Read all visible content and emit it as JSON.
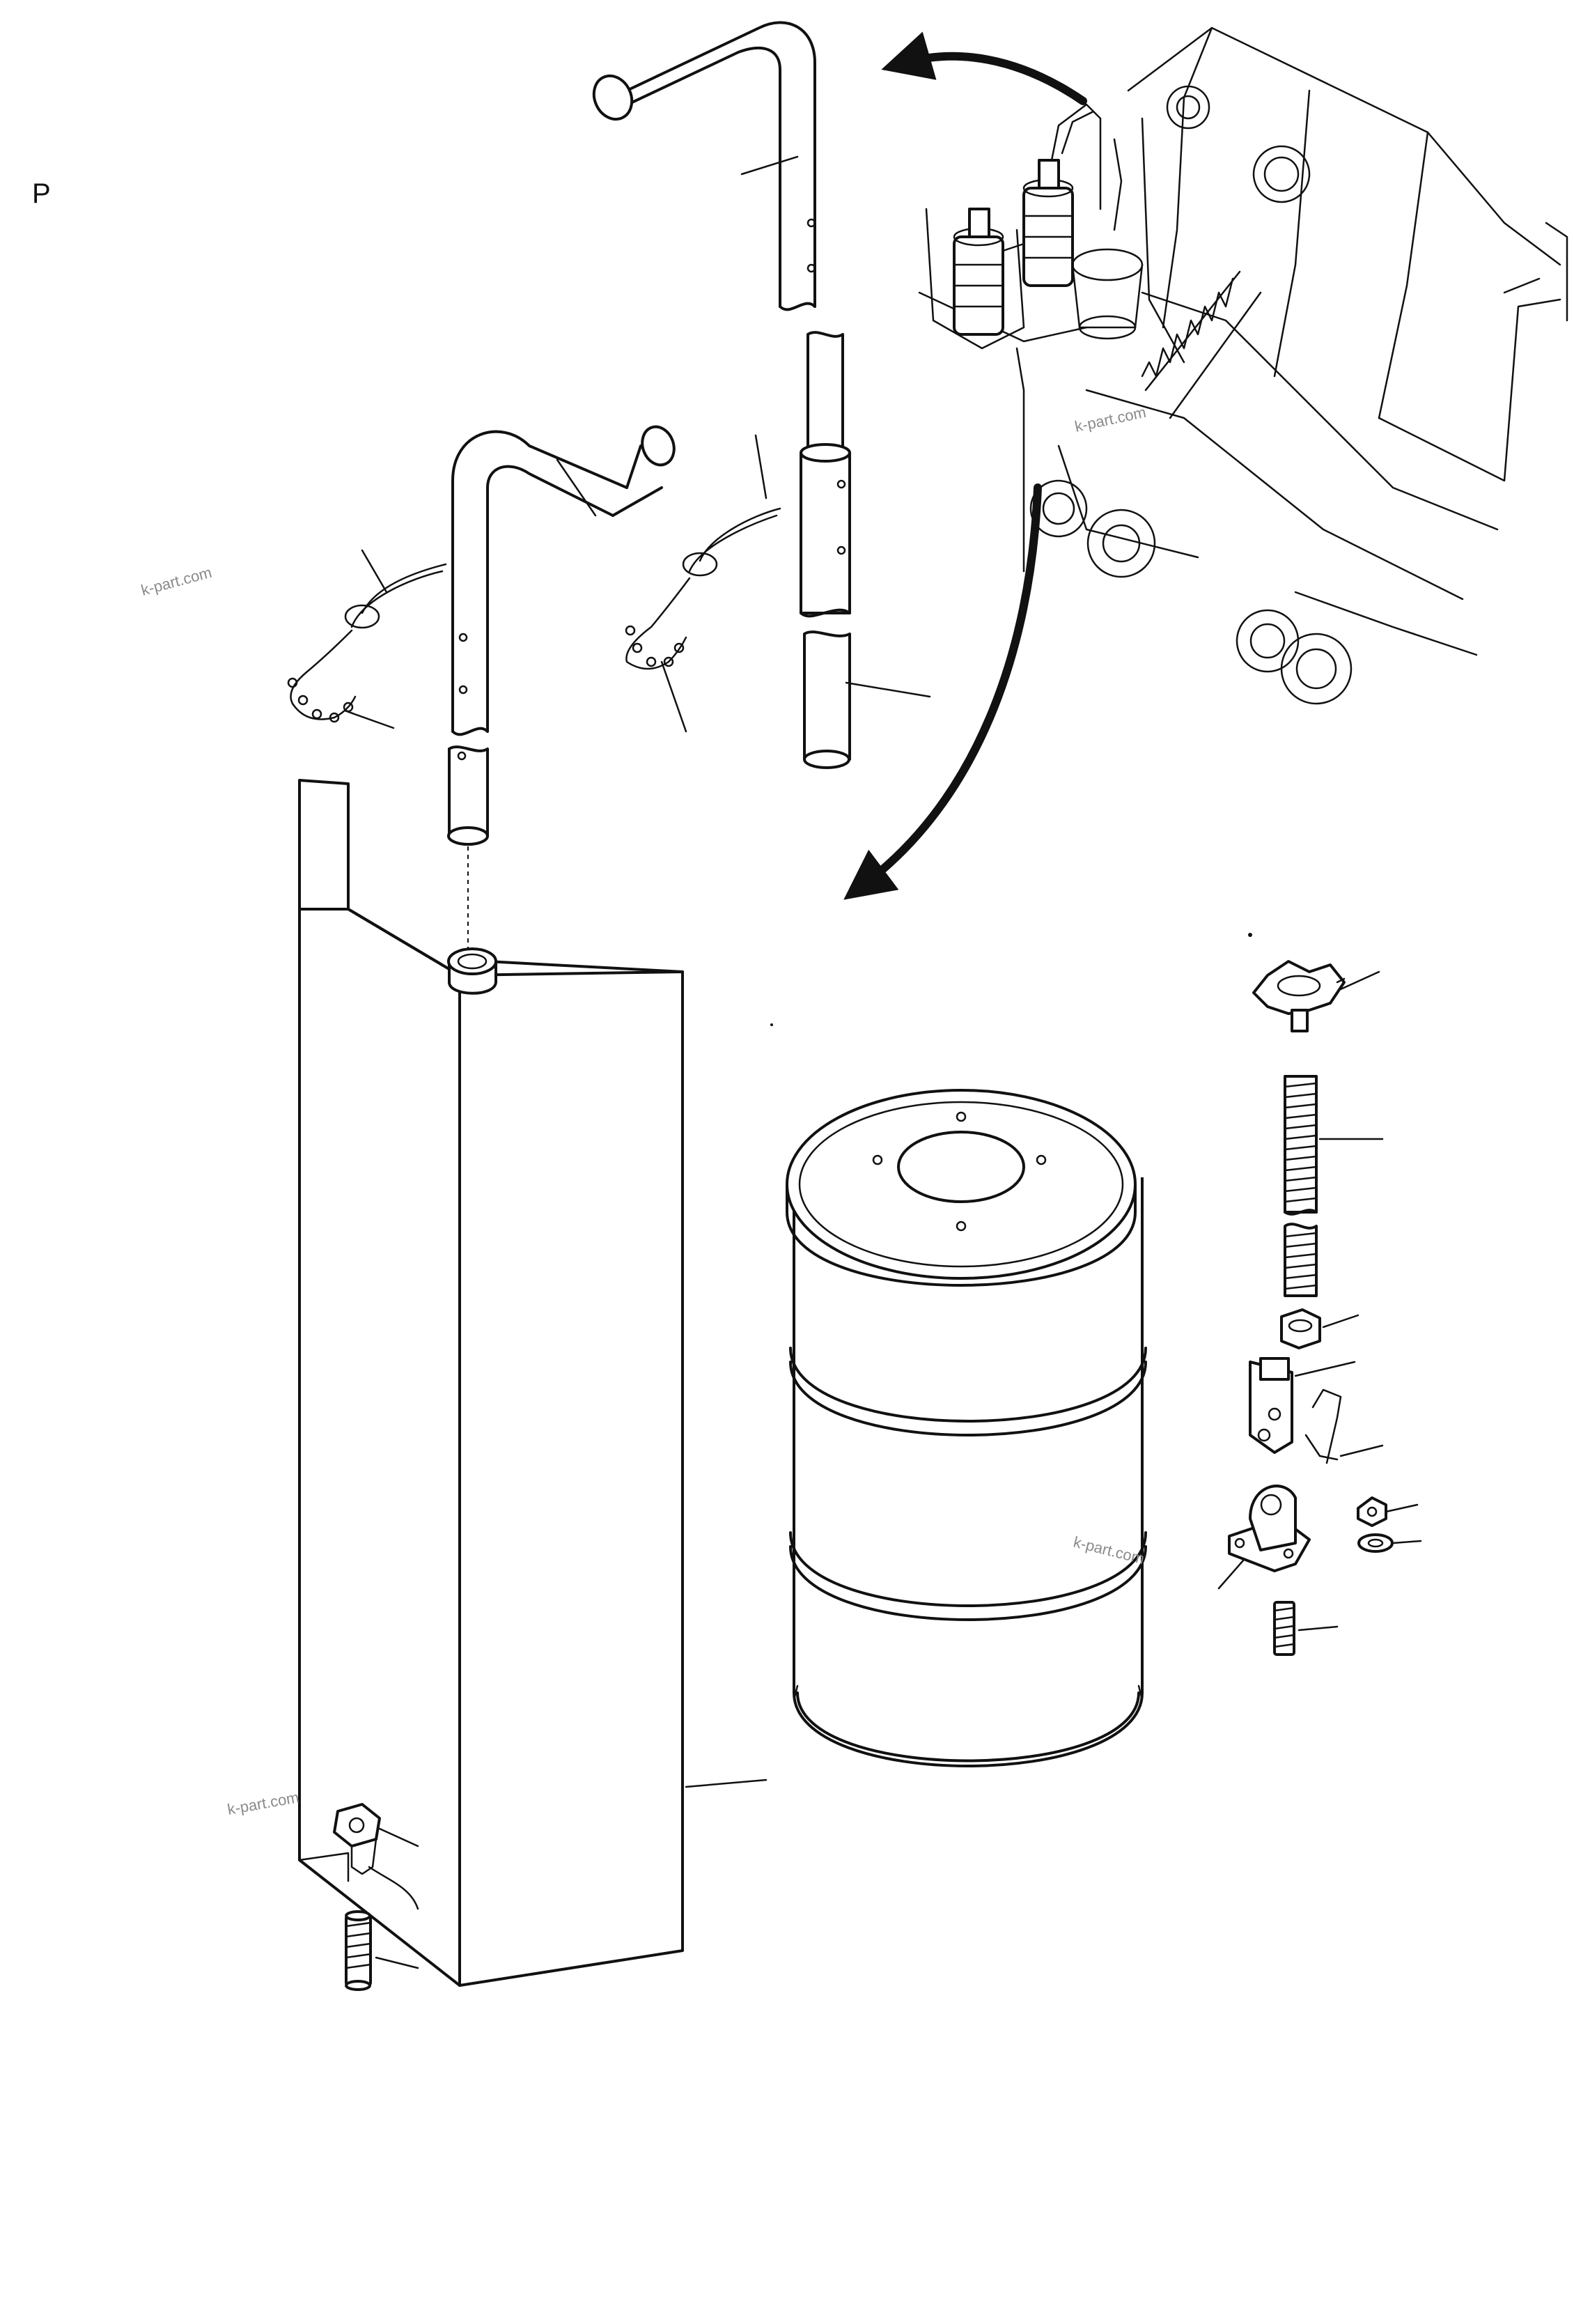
{
  "page": {
    "label": "P"
  },
  "watermarks": [
    "k-part.com",
    "k-part.com",
    "k-part.com",
    "k-part.com"
  ],
  "colors": {
    "line": "#111111",
    "background": "#ffffff",
    "watermark": "#8a8a8a"
  }
}
